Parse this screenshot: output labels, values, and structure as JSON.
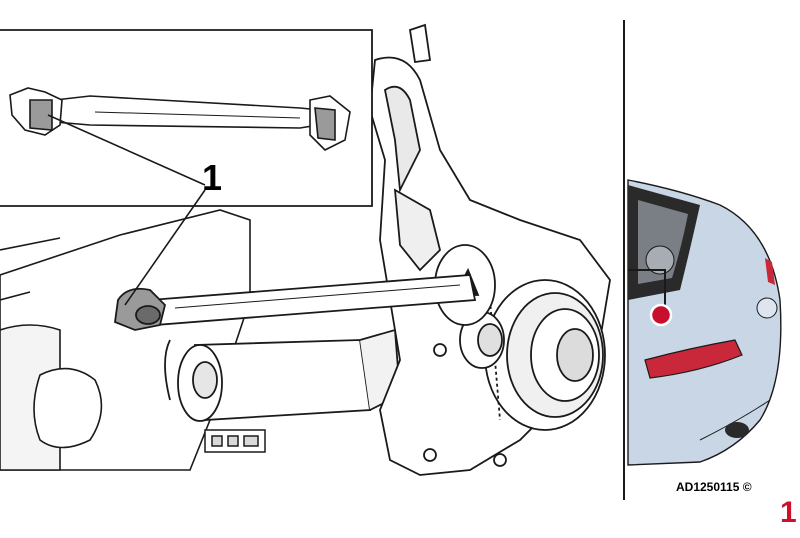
{
  "callouts": [
    {
      "label": "1"
    }
  ],
  "figure_code": "AD1250115 ©",
  "page_number": "1",
  "colors": {
    "line": "#1a1a1a",
    "part_fill": "#ffffff",
    "shade": "#d9d9d9",
    "dark_shade": "#9a9a9a",
    "car_body": "#c9d6e6",
    "car_glass": "#2a2a2a",
    "tail_light": "#c8283a",
    "marker": "#c8102e",
    "page_number": "#d0102a"
  }
}
